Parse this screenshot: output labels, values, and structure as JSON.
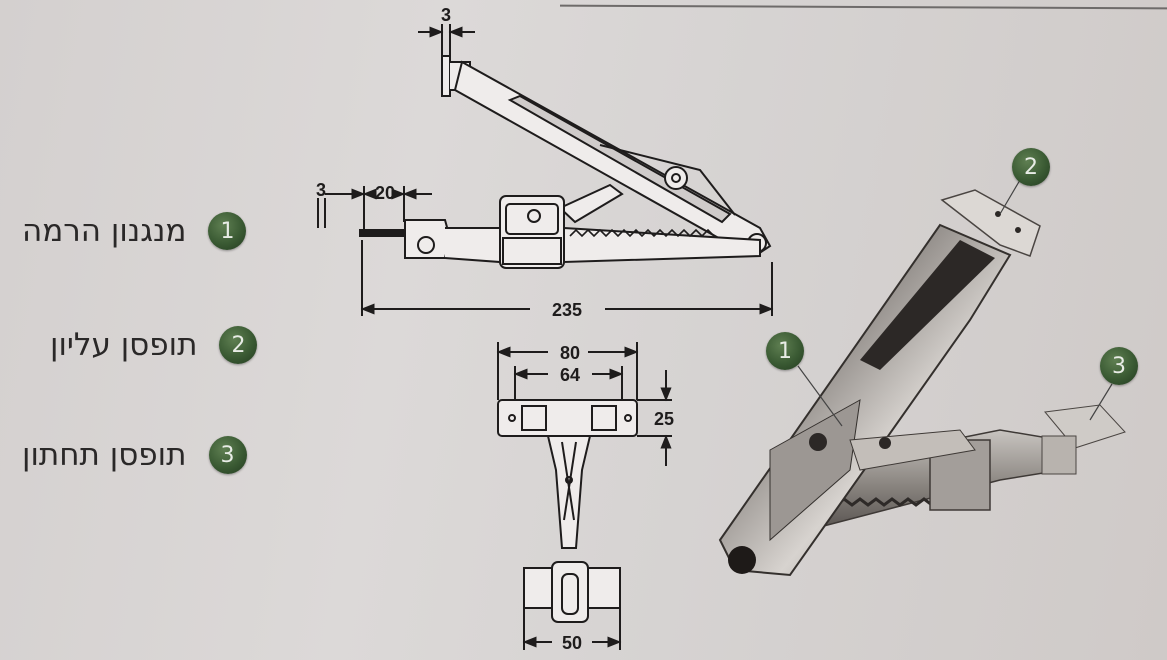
{
  "legend": [
    {
      "number": "1",
      "label": "מנגנון הרמה"
    },
    {
      "number": "2",
      "label": "תופסן עליון"
    },
    {
      "number": "3",
      "label": "תופסן תחתון"
    }
  ],
  "dimensions": {
    "top_offset": "3",
    "left_offset": "3",
    "hole_distance": "20",
    "total_length": "235",
    "plate_width": "80",
    "hole_spacing": "64",
    "plate_height": "25",
    "base_width": "50"
  },
  "callouts": {
    "photo_1": "1",
    "photo_2": "2",
    "photo_3": "3"
  },
  "colors": {
    "badge_green": "#3a5a33",
    "background": "#d6d3d2",
    "ink": "#1e1c1c"
  }
}
